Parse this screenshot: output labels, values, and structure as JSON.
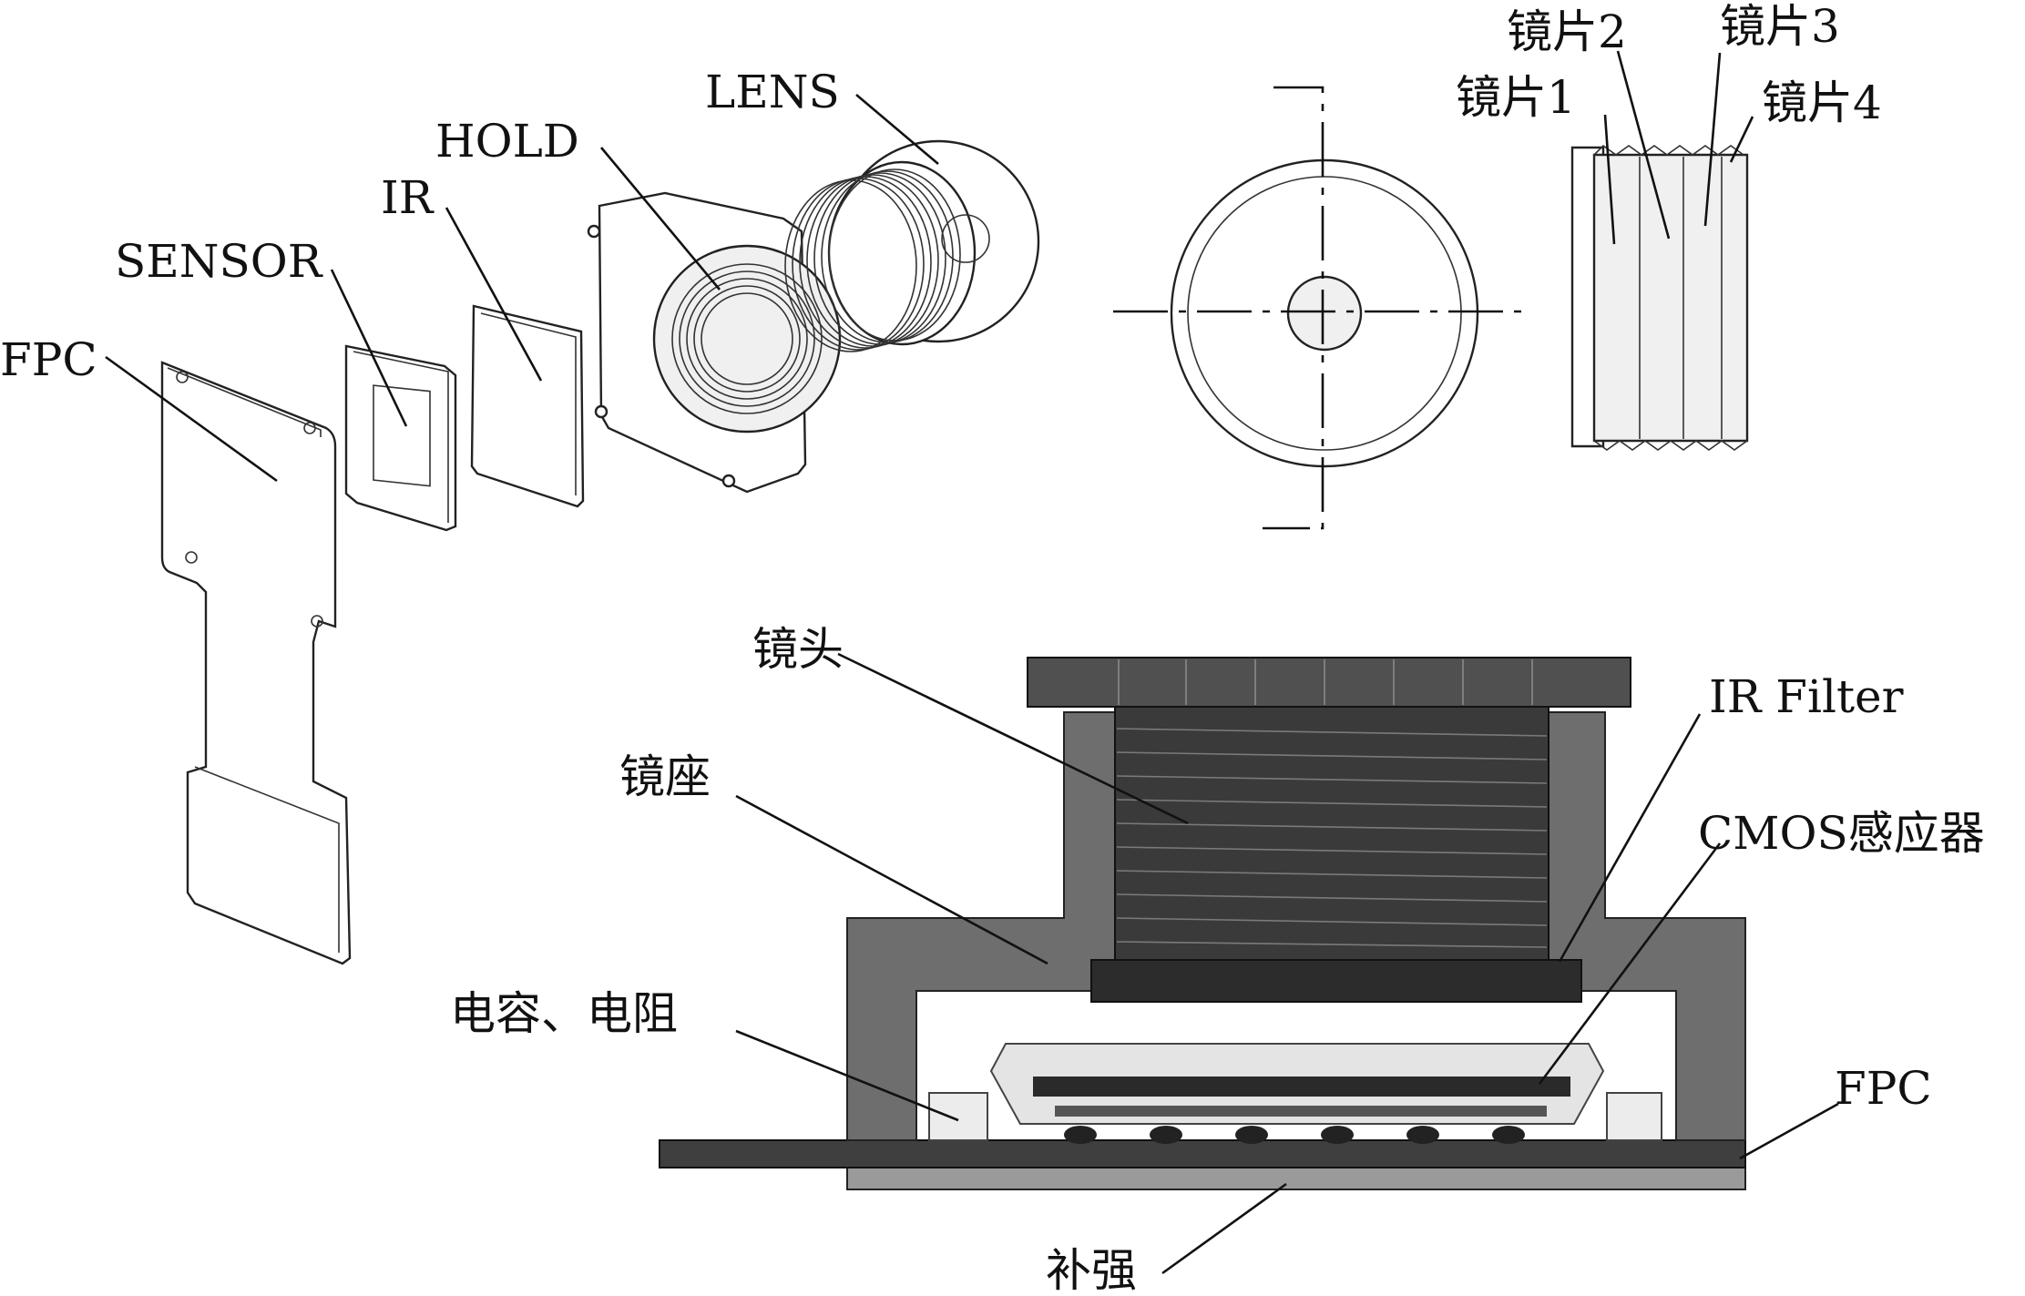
{
  "labels": {
    "fpc_top": "FPC",
    "sensor": "SENSOR",
    "ir": "IR",
    "hold": "HOLD",
    "lens": "LENS",
    "piece1": "镜片1",
    "piece2": "镜片2",
    "piece3": "镜片3",
    "piece4": "镜片4",
    "lens_head": "镜头",
    "lens_base": "镜座",
    "ir_filter": "IR Filter",
    "cmos": "CMOS感应器",
    "cap_res": "电容、电阻",
    "fpc_bottom": "FPC",
    "stiffener": "补强"
  },
  "colors": {
    "housing": "#6e6e6e",
    "lens_cap": "#505050",
    "lens_barrel": "#3a3a3a",
    "ir_filter": "#2c2c2c",
    "fpc_board": "#3f3f3f",
    "stiffener": "#9a9a9a",
    "chip_frame": "#e4e4e4",
    "component": "#ececec",
    "solder_ball": "#222222"
  }
}
